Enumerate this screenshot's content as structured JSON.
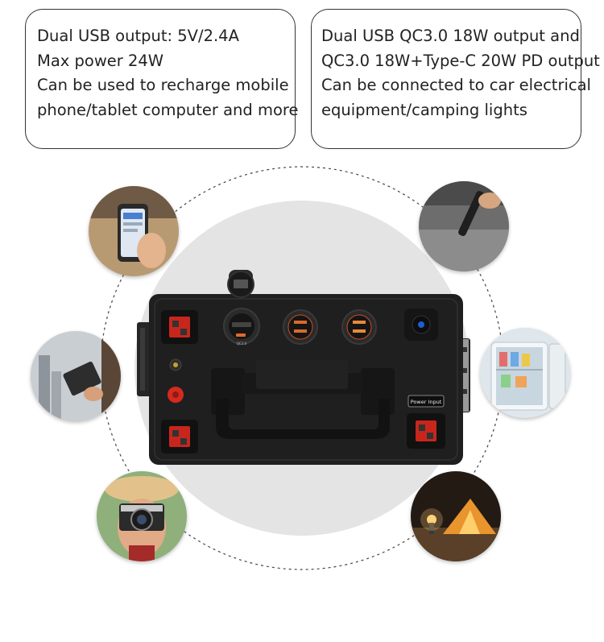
{
  "callout_left": {
    "lines": [
      "Dual USB output: 5V/2.4A",
      "Max power 24W",
      "Can be used to recharge mobile",
      "phone/tablet computer and more"
    ]
  },
  "callout_right": {
    "lines": [
      "Dual USB QC3.0 18W output and",
      "QC3.0 18W+Type-C 20W PD output",
      "Can be connected to car electrical",
      "equipment/camping lights"
    ]
  },
  "device": {
    "power_input_label": "Power Input",
    "qc_label": "QC3.0"
  },
  "thumbnails": [
    {
      "icon": "smartphone-icon"
    },
    {
      "icon": "tablet-icon"
    },
    {
      "icon": "camera-icon"
    },
    {
      "icon": "car-vacuum-icon"
    },
    {
      "icon": "mini-fridge-icon"
    },
    {
      "icon": "camping-tent-icon"
    }
  ],
  "colors": {
    "device_body": "#1f1f1f",
    "accent_red": "#d62a1f",
    "backdrop_circle": "#e4e4e4"
  }
}
